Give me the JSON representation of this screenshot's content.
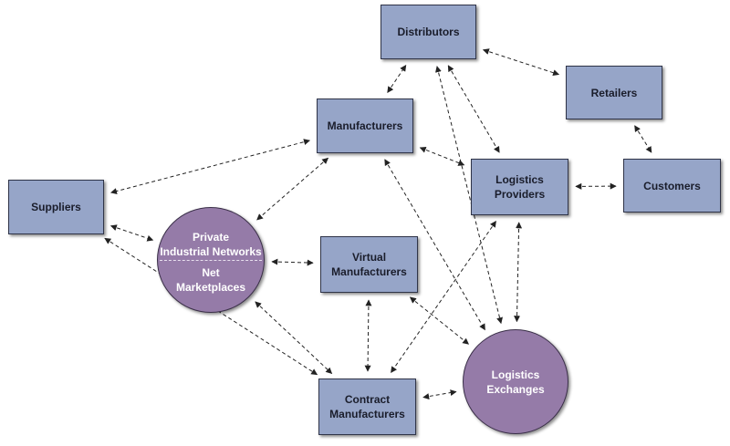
{
  "nodes": {
    "distributors": {
      "label": "Distributors"
    },
    "retailers": {
      "label": "Retailers"
    },
    "manufacturers": {
      "label": "Manufacturers"
    },
    "suppliers": {
      "label": "Suppliers"
    },
    "logistics_providers": {
      "label": "Logistics\nProviders"
    },
    "customers": {
      "label": "Customers"
    },
    "virtual_manufacturers": {
      "label": "Virtual\nManufacturers"
    },
    "contract_manufacturers": {
      "label": "Contract\nManufacturers"
    },
    "private_networks": {
      "top": "Private\nIndustrial Networks",
      "bottom": "Net\nMarketplaces"
    },
    "logistics_exchanges": {
      "label": "Logistics\nExchanges"
    }
  },
  "colors": {
    "box_fill": "#96a5c8",
    "circle_fill": "#957ba8",
    "edge": "#222222"
  },
  "edges": [
    [
      "manufacturers",
      "distributors"
    ],
    [
      "distributors",
      "retailers"
    ],
    [
      "distributors",
      "logistics_providers"
    ],
    [
      "distributors",
      "logistics_exchanges"
    ],
    [
      "retailers",
      "customers"
    ],
    [
      "logistics_providers",
      "customers"
    ],
    [
      "manufacturers",
      "suppliers"
    ],
    [
      "manufacturers",
      "private_networks"
    ],
    [
      "manufacturers",
      "logistics_providers"
    ],
    [
      "manufacturers",
      "logistics_exchanges"
    ],
    [
      "suppliers",
      "private_networks"
    ],
    [
      "suppliers",
      "contract_manufacturers"
    ],
    [
      "private_networks",
      "virtual_manufacturers"
    ],
    [
      "private_networks",
      "contract_manufacturers"
    ],
    [
      "virtual_manufacturers",
      "contract_manufacturers"
    ],
    [
      "virtual_manufacturers",
      "logistics_exchanges"
    ],
    [
      "logistics_providers",
      "contract_manufacturers"
    ],
    [
      "logistics_providers",
      "logistics_exchanges"
    ],
    [
      "contract_manufacturers",
      "logistics_exchanges"
    ]
  ]
}
